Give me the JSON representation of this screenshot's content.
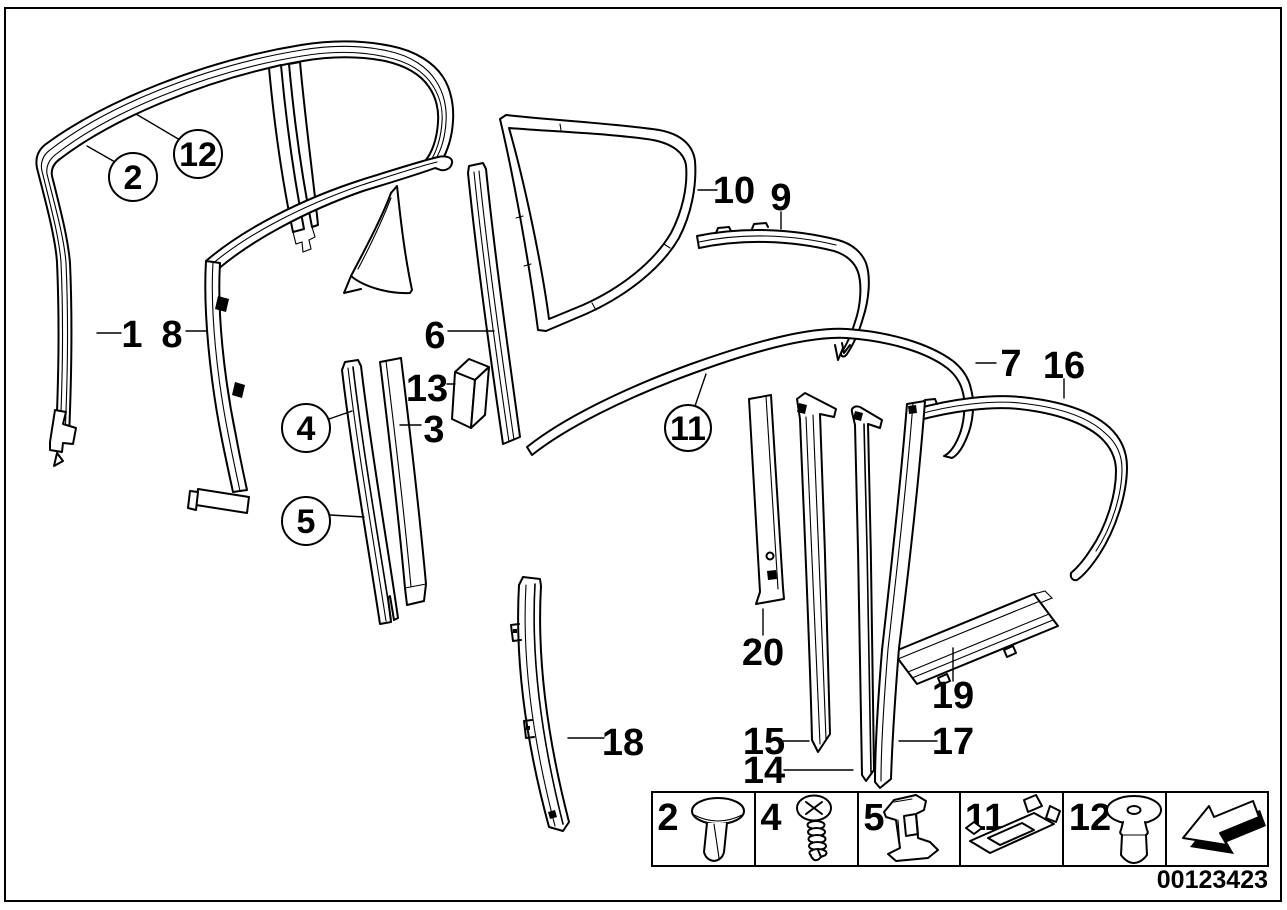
{
  "page": {
    "background": "#ffffff",
    "line_color": "#000000",
    "doc_number": "00123423"
  },
  "callouts": {
    "c1": "1",
    "c2": "2",
    "c3": "3",
    "c4": "4",
    "c5": "5",
    "c6": "6",
    "c7": "7",
    "c8": "8",
    "c9": "9",
    "c10": "10",
    "c11": "11",
    "c12": "12",
    "c13": "13",
    "c14": "14",
    "c15": "15",
    "c16": "16",
    "c17": "17",
    "c18": "18",
    "c19": "19",
    "c20": "20"
  },
  "legend": {
    "items": [
      {
        "label": "2",
        "icon": "expanding-rivet-icon"
      },
      {
        "label": "4",
        "icon": "phillips-screw-icon"
      },
      {
        "label": "5",
        "icon": "sheet-metal-clip-icon"
      },
      {
        "label": "11",
        "icon": "mounting-bracket-clip-icon"
      },
      {
        "label": "12",
        "icon": "blind-rivet-icon"
      }
    ],
    "arrow_icon": "direction-arrow-icon"
  }
}
